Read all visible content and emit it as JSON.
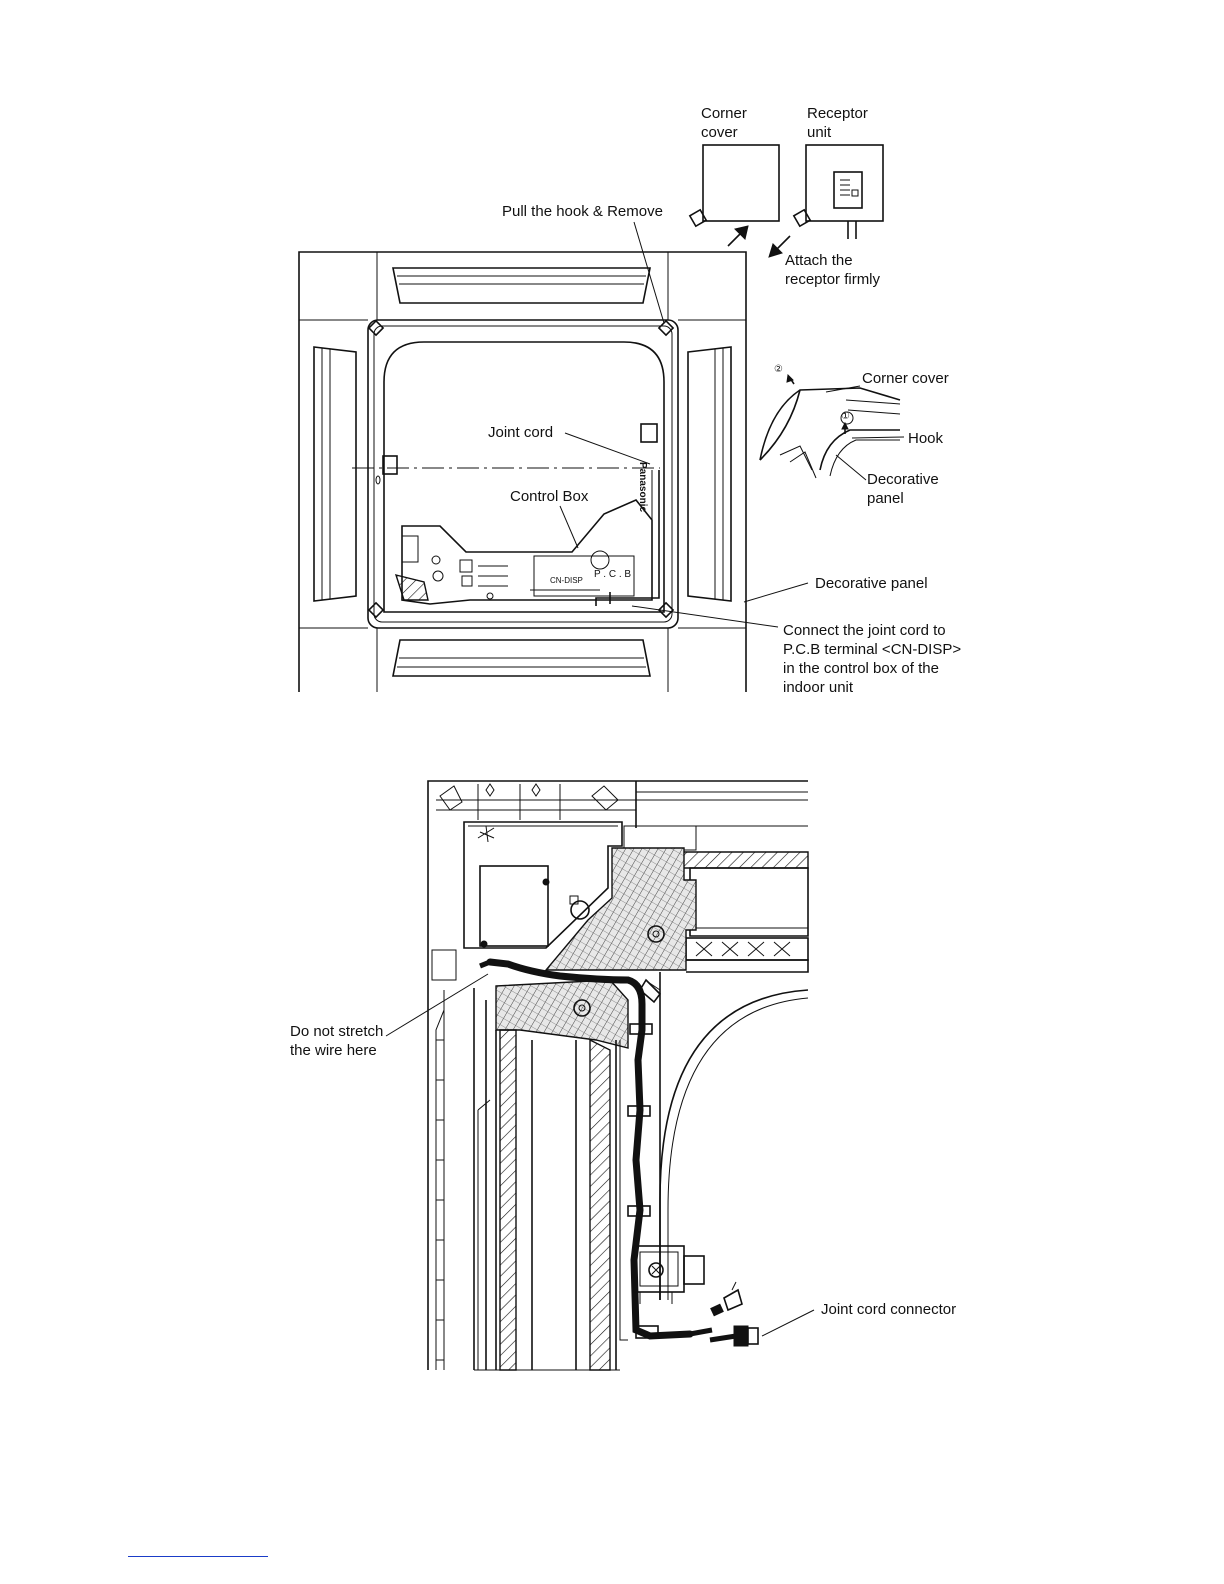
{
  "figure1": {
    "corner_cover_top": "Corner\ncover",
    "receptor_unit": "Receptor\nunit",
    "pull_hook": "Pull the hook & Remove",
    "attach_receptor": "Attach the\nreceptor firmly",
    "corner_cover_side": "Corner cover",
    "hook": "Hook",
    "decorative_panel_detail": "Decorative\npanel",
    "joint_cord": "Joint cord",
    "control_box": "Control Box",
    "decorative_panel": "Decorative panel",
    "connect_note": "Connect the joint cord to\nP.C.B terminal <CN-DISP>\nin the control box of the\nindoor unit",
    "brand": "Panasonic",
    "pcb": "P . C . B",
    "cn_disp": "CN-DISP",
    "step1": "①",
    "step2": "②"
  },
  "figure2": {
    "do_not_stretch": "Do not stretch\nthe wire here",
    "joint_cord_connector": "Joint cord connector"
  }
}
